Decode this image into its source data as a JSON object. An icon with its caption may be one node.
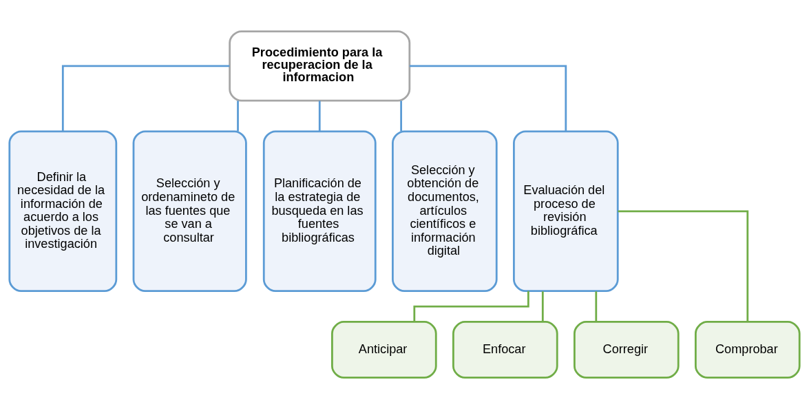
{
  "diagram": {
    "nodes": [
      {
        "text": [
          "Procedimiento para la recuperacion de la informacion"
        ]
      },
      {
        "text": [
          "Definir la necesidad de la información de acuerdo a los objetivos de la investigación"
        ]
      },
      {
        "text": [
          "Selección y ordenamineto de las fuentes que se van a consultar"
        ]
      },
      {
        "text": [
          "Planificación de la estrategia de busqueda en las fuentes bibliográficas"
        ]
      },
      {
        "text": [
          "Selección y obtención de documentos, artículos científicos e información digital"
        ]
      },
      {
        "text": [
          "Evaluación del proceso de revisión bibliográfica"
        ]
      },
      {
        "text": [
          "Anticipar"
        ]
      },
      {
        "text": [
          "Enfocar"
        ]
      },
      {
        "text": [
          "Corregir"
        ]
      },
      {
        "text": [
          "Comprobar"
        ]
      }
    ],
    "edges": [
      {
        "from": 0,
        "to": 1,
        "arrow": "none"
      },
      {
        "from": 0,
        "to": 2,
        "arrow": "none"
      },
      {
        "from": 0,
        "to": 3,
        "arrow": "none"
      },
      {
        "from": 0,
        "to": 4,
        "arrow": "none"
      },
      {
        "from": 0,
        "to": 5,
        "arrow": "none"
      },
      {
        "from": 5,
        "to": 6,
        "arrow": "none",
        "color": "#70ad47"
      },
      {
        "from": 5,
        "to": 7,
        "arrow": "none",
        "color": "#70ad47"
      },
      {
        "from": 5,
        "to": 8,
        "arrow": "none",
        "color": "#70ad47"
      },
      {
        "from": 5,
        "to": 9,
        "arrow": "none",
        "color": "#70ad47"
      }
    ]
  }
}
